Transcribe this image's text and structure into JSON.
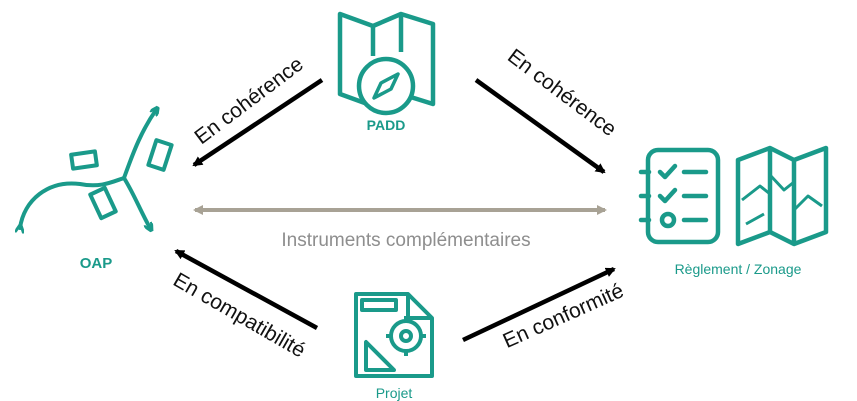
{
  "colors": {
    "teal": "#1a9a8a",
    "arrow": "#000000",
    "complementary_arrow": "#a8a295",
    "center_text": "#8e8e8e"
  },
  "nodes": {
    "padd": {
      "label": "PADD",
      "icon": "map-compass-icon"
    },
    "oap": {
      "label": "OAP",
      "icon": "route-arrows-icon"
    },
    "reglement": {
      "label": "Règlement / Zonage",
      "icons": [
        "checklist-icon",
        "zoning-map-icon"
      ]
    },
    "projet": {
      "label": "Projet",
      "icon": "blueprint-gear-icon"
    }
  },
  "relations": {
    "padd_to_oap": "En cohérence",
    "padd_to_reglement": "En cohérence",
    "projet_to_oap": "En compatibilité",
    "projet_to_reglement": "En conformité",
    "oap_reglement": "Instruments complémentaires"
  }
}
